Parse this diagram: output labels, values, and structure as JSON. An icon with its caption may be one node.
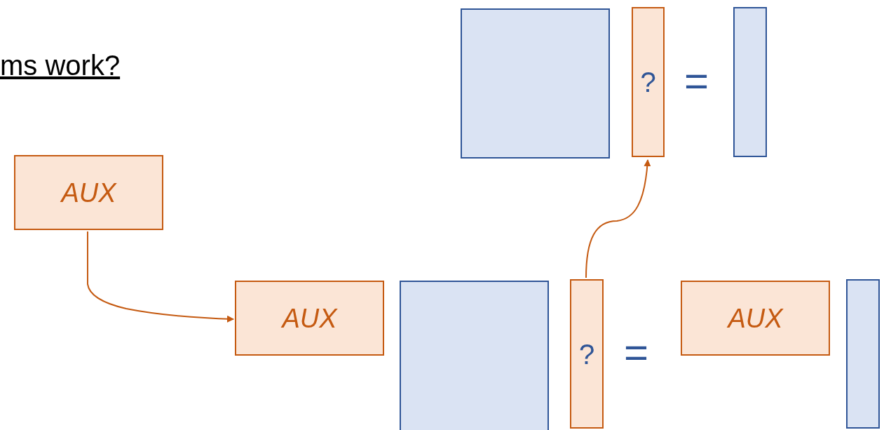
{
  "diagram": {
    "title": "ms work?",
    "nodes": [
      {
        "text": [
          "AUX"
        ]
      },
      {
        "text": [
          "AUX"
        ]
      },
      {
        "text": [],
        "shape": "box"
      },
      {
        "text": [
          "?"
        ]
      },
      {
        "text": [
          "AUX"
        ]
      },
      {
        "text": [],
        "shape": "box"
      },
      {
        "text": [],
        "shape": "box"
      },
      {
        "text": [
          "?"
        ]
      },
      {
        "text": [],
        "shape": "box"
      }
    ],
    "edges": [
      {
        "from": 0,
        "to": 1,
        "arrow": "to"
      },
      {
        "from": 3,
        "to": 7,
        "arrow": "to"
      }
    ],
    "labels": [
      "=",
      "="
    ]
  }
}
